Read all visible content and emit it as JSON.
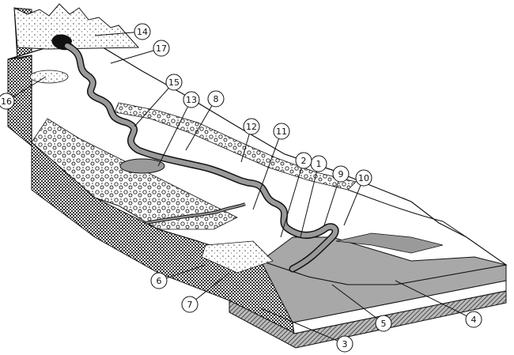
{
  "diagram": {
    "type": "block-diagram",
    "subject": "river-landscape",
    "colors": {
      "ink": "#111111",
      "water": "#9a9a9a",
      "sea": "#a8a8a8",
      "block_side": "#6f6f6f",
      "paper": "#ffffff"
    },
    "callouts": [
      {
        "id": "c1",
        "label": "1"
      },
      {
        "id": "c2",
        "label": "2"
      },
      {
        "id": "c3",
        "label": "3"
      },
      {
        "id": "c4",
        "label": "4"
      },
      {
        "id": "c5",
        "label": "5"
      },
      {
        "id": "c6",
        "label": "6"
      },
      {
        "id": "c7",
        "label": "7"
      },
      {
        "id": "c8",
        "label": "8"
      },
      {
        "id": "c9",
        "label": "9"
      },
      {
        "id": "c10",
        "label": "10"
      },
      {
        "id": "c11",
        "label": "11"
      },
      {
        "id": "c12",
        "label": "12"
      },
      {
        "id": "c13",
        "label": "13"
      },
      {
        "id": "c14",
        "label": "14"
      },
      {
        "id": "c15",
        "label": "15"
      },
      {
        "id": "c16",
        "label": "16"
      },
      {
        "id": "c17",
        "label": "17"
      }
    ]
  }
}
